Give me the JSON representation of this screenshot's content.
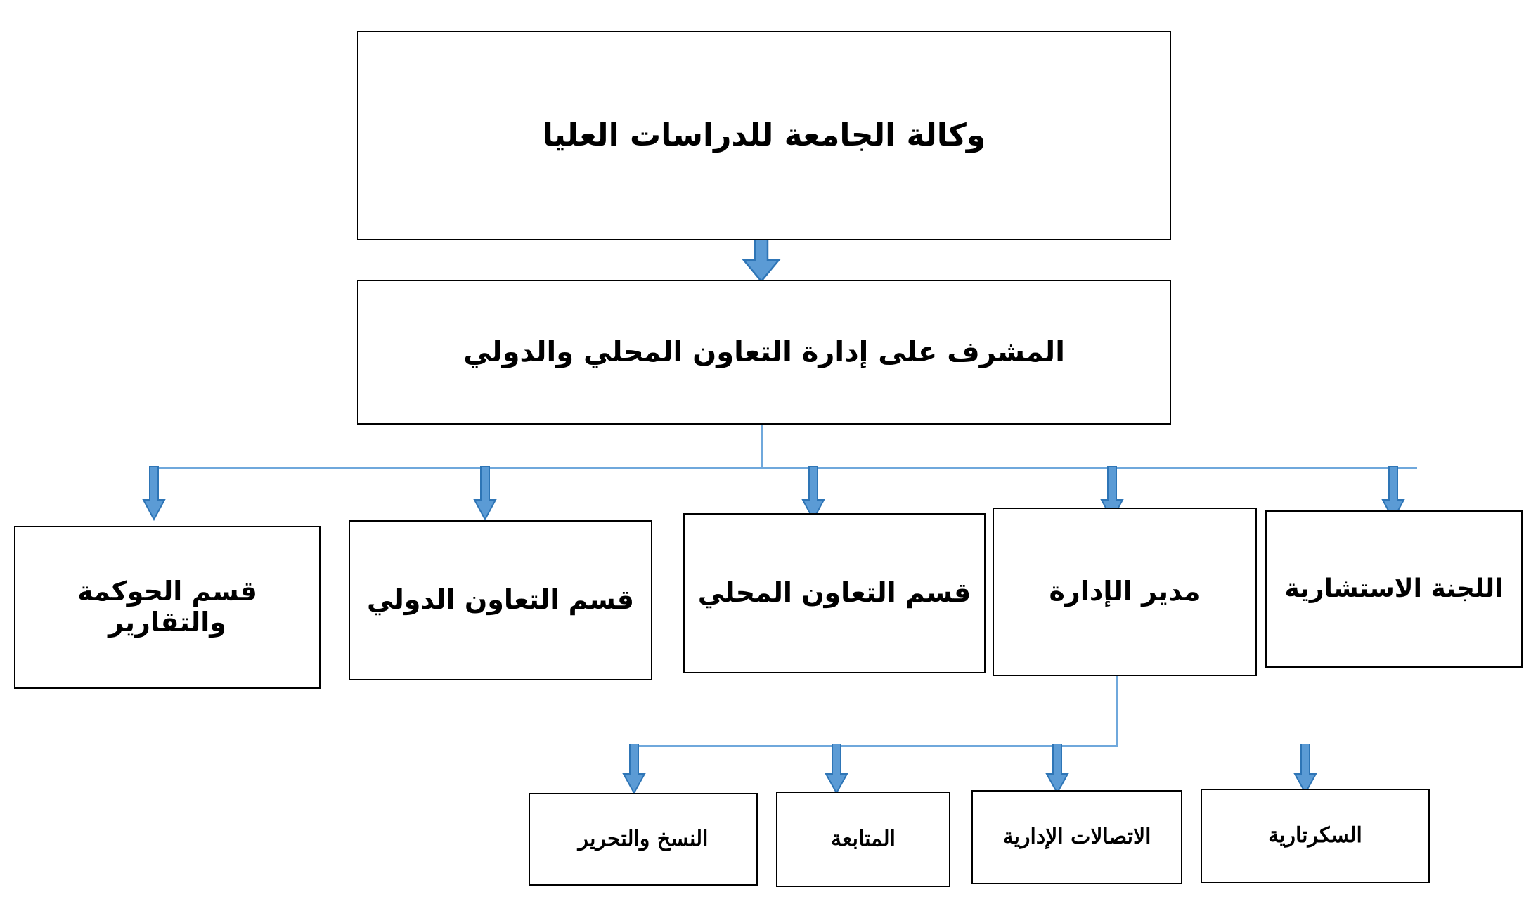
{
  "diagram": {
    "title_node": {
      "label": "وكالة الجامعة للدراسات العليا"
    },
    "supervisor_node": {
      "label": "المشرف على إدارة التعاون المحلي والدولي"
    },
    "level3": [
      {
        "id": "governance-reports",
        "label": "قسم الحوكمة والتقارير"
      },
      {
        "id": "international-cooperation",
        "label": "قسم التعاون الدولي"
      },
      {
        "id": "local-cooperation",
        "label": "قسم التعاون المحلي"
      },
      {
        "id": "department-director",
        "label": "مدير الإدارة"
      },
      {
        "id": "advisory-committee",
        "label": "اللجنة الاستشارية"
      }
    ],
    "level4": [
      {
        "id": "copying-editing",
        "label": "النسخ والتحرير"
      },
      {
        "id": "follow-up",
        "label": "المتابعة"
      },
      {
        "id": "administrative-communications",
        "label": "الاتصالات الإدارية"
      },
      {
        "id": "secretariat",
        "label": "السكرتارية"
      }
    ],
    "colors": {
      "arrow_fill": "#5B9BD5",
      "arrow_stroke": "#2E75B6",
      "connector_line": "#6FA8DC",
      "box_border": "#000000",
      "box_fill": "#FFFFFF",
      "text": "#000000"
    }
  }
}
